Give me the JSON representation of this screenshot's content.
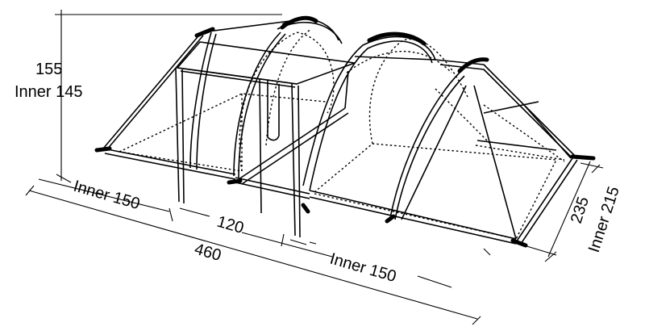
{
  "dimensions": {
    "height_label": "155",
    "inner_height_label": "Inner 145",
    "left_inner_label": "Inner 150",
    "middle_label": "120",
    "total_length_label": "460",
    "right_inner_label": "Inner 150",
    "width_label": "235",
    "inner_width_label": "Inner 215"
  },
  "colors": {
    "line": "#000000",
    "background": "#ffffff"
  }
}
